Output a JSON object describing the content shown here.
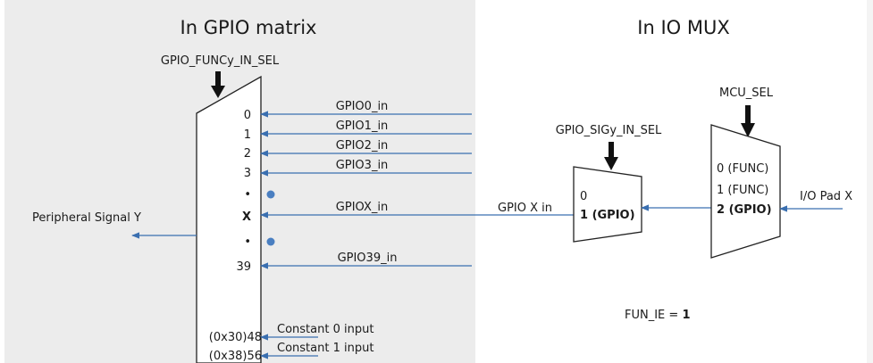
{
  "regions": {
    "gpio_matrix_title": "In GPIO matrix",
    "io_mux_title": "In IO MUX"
  },
  "gpio_matrix_mux": {
    "select_label": "GPIO_FUNCy_IN_SEL",
    "output_label": "Peripheral Signal Y",
    "input_indices": [
      "0",
      "1",
      "2",
      "3",
      "•",
      "X",
      "•",
      "39",
      "(0x30)48",
      "(0x38)56"
    ],
    "input_signals": [
      "GPIO0_in",
      "GPIO1_in",
      "GPIO2_in",
      "GPIO3_in",
      "GPIOX_in",
      "GPIO39_in"
    ],
    "constant_inputs": [
      "Constant 0 input",
      "Constant 1 input"
    ]
  },
  "sig_mux": {
    "select_label": "GPIO_SIGy_IN_SEL",
    "input_0": "0",
    "input_1": "1 (GPIO)",
    "output_label": "GPIO X in"
  },
  "io_mux": {
    "select_label": "MCU_SEL",
    "inputs": [
      "0 (FUNC)",
      "1 (FUNC)",
      "2 (GPIO)"
    ],
    "pad_label": "I/O Pad X",
    "fun_ie_label": "FUN_IE = ",
    "fun_ie_value": "1"
  },
  "colors": {
    "gpio_matrix_background": "#ececec",
    "signal_line": "#3a6fb0",
    "dot": "#4a7fc1"
  }
}
